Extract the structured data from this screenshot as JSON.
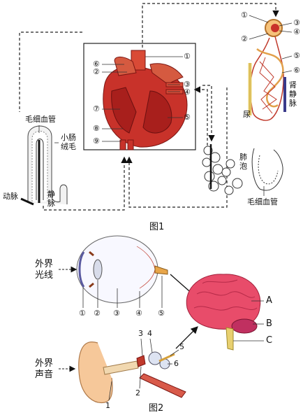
{
  "figure1": {
    "caption": "图1",
    "heart_labels": [
      "①",
      "②",
      "③",
      "④",
      "⑤",
      "⑥",
      "⑦",
      "⑧",
      "⑨"
    ],
    "kidney_labels": [
      "①",
      "②",
      "③",
      "④",
      "⑤",
      "⑥"
    ],
    "kidney_vein": "肾静脉",
    "urine": "尿",
    "intestine_capillary": "毛细血管",
    "intestine_villus": "小肠绒毛",
    "artery": "动脉",
    "vein": "静脉",
    "alveolus": "肺泡",
    "lung_capillary": "毛细血管"
  },
  "figure2": {
    "caption": "图2",
    "eye_input": "外界光线",
    "eye_labels": [
      "①",
      "②",
      "③",
      "④",
      "⑤"
    ],
    "brain_labels": [
      "A",
      "B",
      "C"
    ],
    "ear_input": "外界声音",
    "ear_labels": [
      "1",
      "2",
      "3",
      "4",
      "5",
      "6"
    ]
  }
}
